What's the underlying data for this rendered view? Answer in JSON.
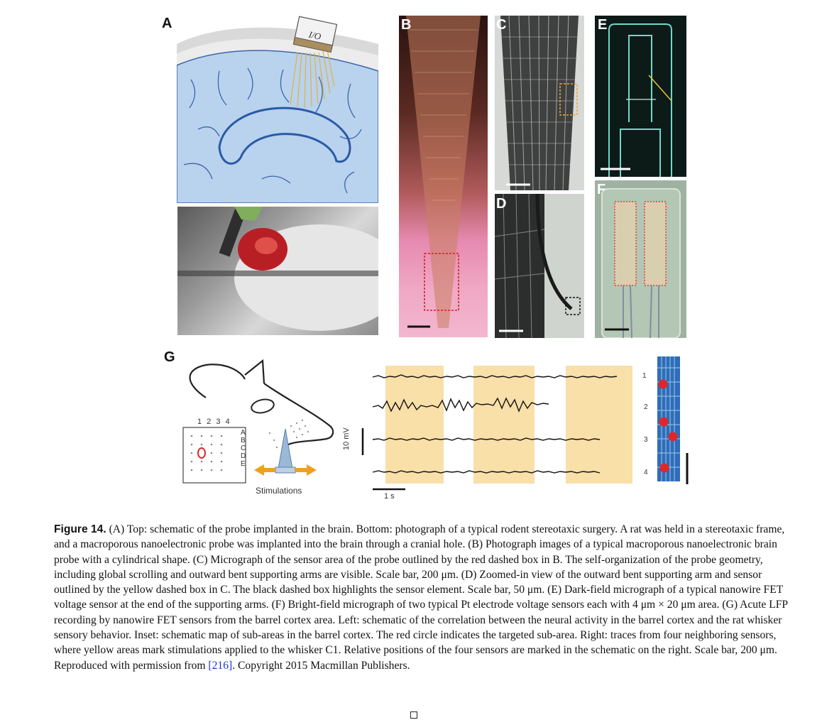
{
  "panels": {
    "A": "A",
    "B": "B",
    "C": "C",
    "D": "D",
    "E": "E",
    "F": "F",
    "G": "G"
  },
  "io_label": "I/O",
  "g_schematic": {
    "grid_cols": "1 2 3 4",
    "grid_rows": [
      "A",
      "B",
      "C",
      "D",
      "E"
    ],
    "stimulations_label": "Stimulations"
  },
  "g_traces": {
    "ylabel_scale": "10 mV",
    "xscale": "1 s",
    "trace_numbers": [
      "1",
      "2",
      "3",
      "4"
    ]
  },
  "caption": {
    "figure_label": "Figure 14.",
    "text_before_ref": " (A) Top: schematic of the probe implanted in the brain. Bottom: photograph of a typical rodent stereotaxic surgery. A rat was held in a stereotaxic frame, and a macroporous nanoelectronic probe was implanted into the brain through a cranial hole. (B) Photograph images of a typical macroporous nanoelectronic brain probe with a cylindrical shape. (C) Micrograph of the sensor area of the probe outlined by the red dashed box in B. The self-organization of the probe geometry, including global scrolling and outward bent supporting arms are visible. Scale bar, 200 μm. (D) Zoomed-in view of the outward bent supporting arm and sensor outlined by the yellow dashed box in C. The black dashed box highlights the sensor element. Scale bar, 50 μm. (E) Dark-field micrograph of a typical nanowire FET voltage sensor at the end of the supporting arms. (F) Bright-field micrograph of two typical Pt electrode voltage sensors each with 4 μm × 20 μm area. (G) Acute LFP recording by nanowire FET sensors from the barrel cortex area. Left: schematic of the correlation between the neural activity in the barrel cortex and the rat whisker sensory behavior. Inset: schematic map of sub-areas in the barrel cortex. The red circle indicates the targeted sub-area. Right: traces from four neighboring sensors, where yellow areas mark stimulations applied to the whisker C1. Relative positions of the four sensors are marked in the schematic on the right. Scale bar, 200 μm. Reproduced with permission from ",
    "ref": "[216]",
    "text_after_ref": ". Copyright 2015 Macmillan Publishers."
  },
  "colors": {
    "brain_fill": "#b9d2ee",
    "brain_line": "#3d66a8",
    "stim_band": "#f9dfa8",
    "sensor_red": "#e0262b",
    "probe_blue": "#2f6db8"
  }
}
